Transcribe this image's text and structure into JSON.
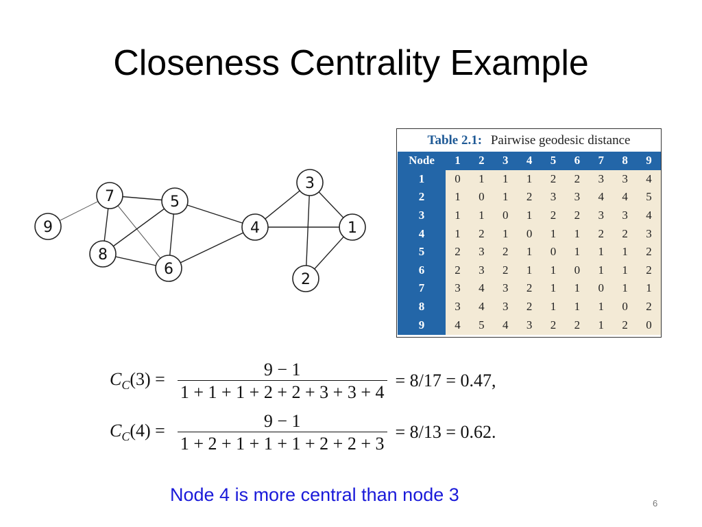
{
  "slide": {
    "title": "Closeness Centrality Example",
    "conclusion": "Node 4 is more central than node 3",
    "page_number": "6"
  },
  "graph": {
    "nodes": [
      {
        "id": "1",
        "label": "1"
      },
      {
        "id": "2",
        "label": "2"
      },
      {
        "id": "3",
        "label": "3"
      },
      {
        "id": "4",
        "label": "4"
      },
      {
        "id": "5",
        "label": "5"
      },
      {
        "id": "6",
        "label": "6"
      },
      {
        "id": "7",
        "label": "7"
      },
      {
        "id": "8",
        "label": "8"
      },
      {
        "id": "9",
        "label": "9"
      }
    ],
    "edges": [
      [
        "9",
        "7"
      ],
      [
        "7",
        "5"
      ],
      [
        "7",
        "8"
      ],
      [
        "7",
        "6"
      ],
      [
        "8",
        "5"
      ],
      [
        "8",
        "6"
      ],
      [
        "5",
        "6"
      ],
      [
        "5",
        "4"
      ],
      [
        "6",
        "4"
      ],
      [
        "4",
        "3"
      ],
      [
        "4",
        "1"
      ],
      [
        "3",
        "1"
      ],
      [
        "3",
        "2"
      ],
      [
        "2",
        "1"
      ]
    ]
  },
  "table": {
    "caption_label": "Table 2.1:",
    "caption_text": "Pairwise geodesic distance",
    "corner_header": "Node",
    "columns": [
      "1",
      "2",
      "3",
      "4",
      "5",
      "6",
      "7",
      "8",
      "9"
    ],
    "rows": [
      {
        "node": "1",
        "values": [
          "0",
          "1",
          "1",
          "1",
          "2",
          "2",
          "3",
          "3",
          "4"
        ]
      },
      {
        "node": "2",
        "values": [
          "1",
          "0",
          "1",
          "2",
          "3",
          "3",
          "4",
          "4",
          "5"
        ]
      },
      {
        "node": "3",
        "values": [
          "1",
          "1",
          "0",
          "1",
          "2",
          "2",
          "3",
          "3",
          "4"
        ]
      },
      {
        "node": "4",
        "values": [
          "1",
          "2",
          "1",
          "0",
          "1",
          "1",
          "2",
          "2",
          "3"
        ]
      },
      {
        "node": "5",
        "values": [
          "2",
          "3",
          "2",
          "1",
          "0",
          "1",
          "1",
          "1",
          "2"
        ]
      },
      {
        "node": "6",
        "values": [
          "2",
          "3",
          "2",
          "1",
          "1",
          "0",
          "1",
          "1",
          "2"
        ]
      },
      {
        "node": "7",
        "values": [
          "3",
          "4",
          "3",
          "2",
          "1",
          "1",
          "0",
          "1",
          "1"
        ]
      },
      {
        "node": "8",
        "values": [
          "3",
          "4",
          "3",
          "2",
          "1",
          "1",
          "1",
          "0",
          "2"
        ]
      },
      {
        "node": "9",
        "values": [
          "4",
          "5",
          "4",
          "3",
          "2",
          "2",
          "1",
          "2",
          "0"
        ]
      }
    ]
  },
  "formulas": [
    {
      "lhs_symbol": "C",
      "lhs_sub": "C",
      "lhs_arg": "(3) =",
      "numerator": "9 − 1",
      "denominator": "1 + 1 + 1 + 2 + 2 + 3 + 3 + 4",
      "result": "= 8/17 = 0.47,"
    },
    {
      "lhs_symbol": "C",
      "lhs_sub": "C",
      "lhs_arg": "(4) =",
      "numerator": "9 − 1",
      "denominator": "1 + 2 + 1 + 1 + 1 + 2 + 2 + 3",
      "result": "= 8/13 = 0.62."
    }
  ]
}
